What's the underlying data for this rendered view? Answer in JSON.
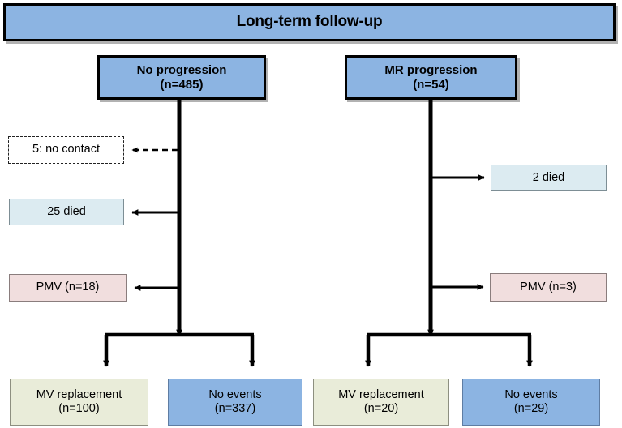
{
  "figure": {
    "type": "flowchart",
    "title": "Long-term follow-up",
    "orientation": "top-down",
    "colors": {
      "group_blue": "#8cb4e2",
      "outcome_cream": "#e9ecd9",
      "side_light_blue": "#dcebf1",
      "side_pink": "#f1dede",
      "line": "#000000"
    }
  },
  "header": {
    "label": "Long-term follow-up"
  },
  "branches": {
    "left": {
      "group": {
        "title": "No progression",
        "count": "(n=485)"
      },
      "attrition": [
        {
          "label": "5: no contact",
          "style": "dashed",
          "arrow": "dashed"
        },
        {
          "label": "25 died",
          "style": "light-blue",
          "arrow": "solid"
        },
        {
          "label": "PMV (n=18)",
          "style": "pink",
          "arrow": "solid"
        }
      ],
      "outcomes": [
        {
          "title": "MV replacement",
          "count": "(n=100)",
          "style": "cream"
        },
        {
          "title": "No events",
          "count": "(n=337)",
          "style": "blue"
        }
      ]
    },
    "right": {
      "group": {
        "title": "MR progression",
        "count": "(n=54)"
      },
      "attrition": [
        {
          "label": "2 died",
          "style": "light-blue",
          "arrow": "solid"
        },
        {
          "label": "PMV (n=3)",
          "style": "pink",
          "arrow": "solid"
        }
      ],
      "outcomes": [
        {
          "title": "MV replacement",
          "count": "(n=20)",
          "style": "cream"
        },
        {
          "title": "No events",
          "count": "(n=29)",
          "style": "blue"
        }
      ]
    }
  }
}
